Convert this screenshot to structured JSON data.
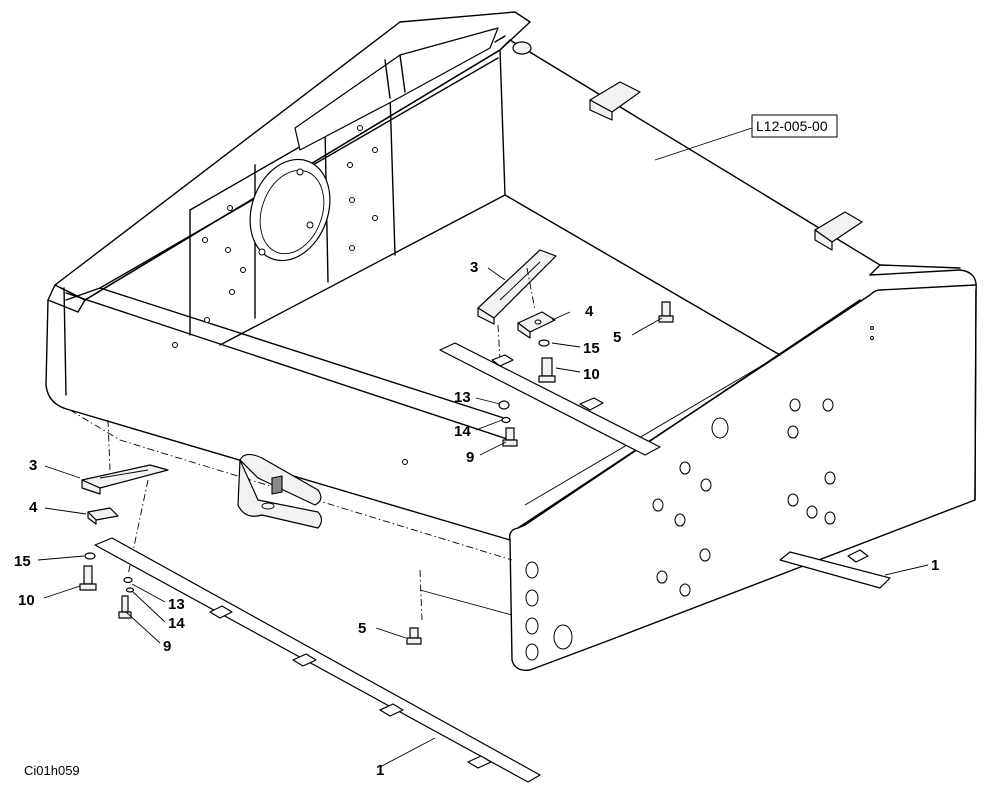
{
  "drawing_id": "Ci01h059",
  "reference": "L12-005-00",
  "labels": {
    "l1_right": "1",
    "l1_bottom": "1",
    "l3_mid": "3",
    "l3_left": "3",
    "l4_mid": "4",
    "l4_left": "4",
    "l5_mid": "5",
    "l5_bottom": "5",
    "l9_mid": "9",
    "l9_left": "9",
    "l10_mid": "10",
    "l10_left": "10",
    "l13_mid": "13",
    "l13_left": "13",
    "l14_mid": "14",
    "l14_left": "14",
    "l15_mid": "15",
    "l15_left": "15"
  }
}
